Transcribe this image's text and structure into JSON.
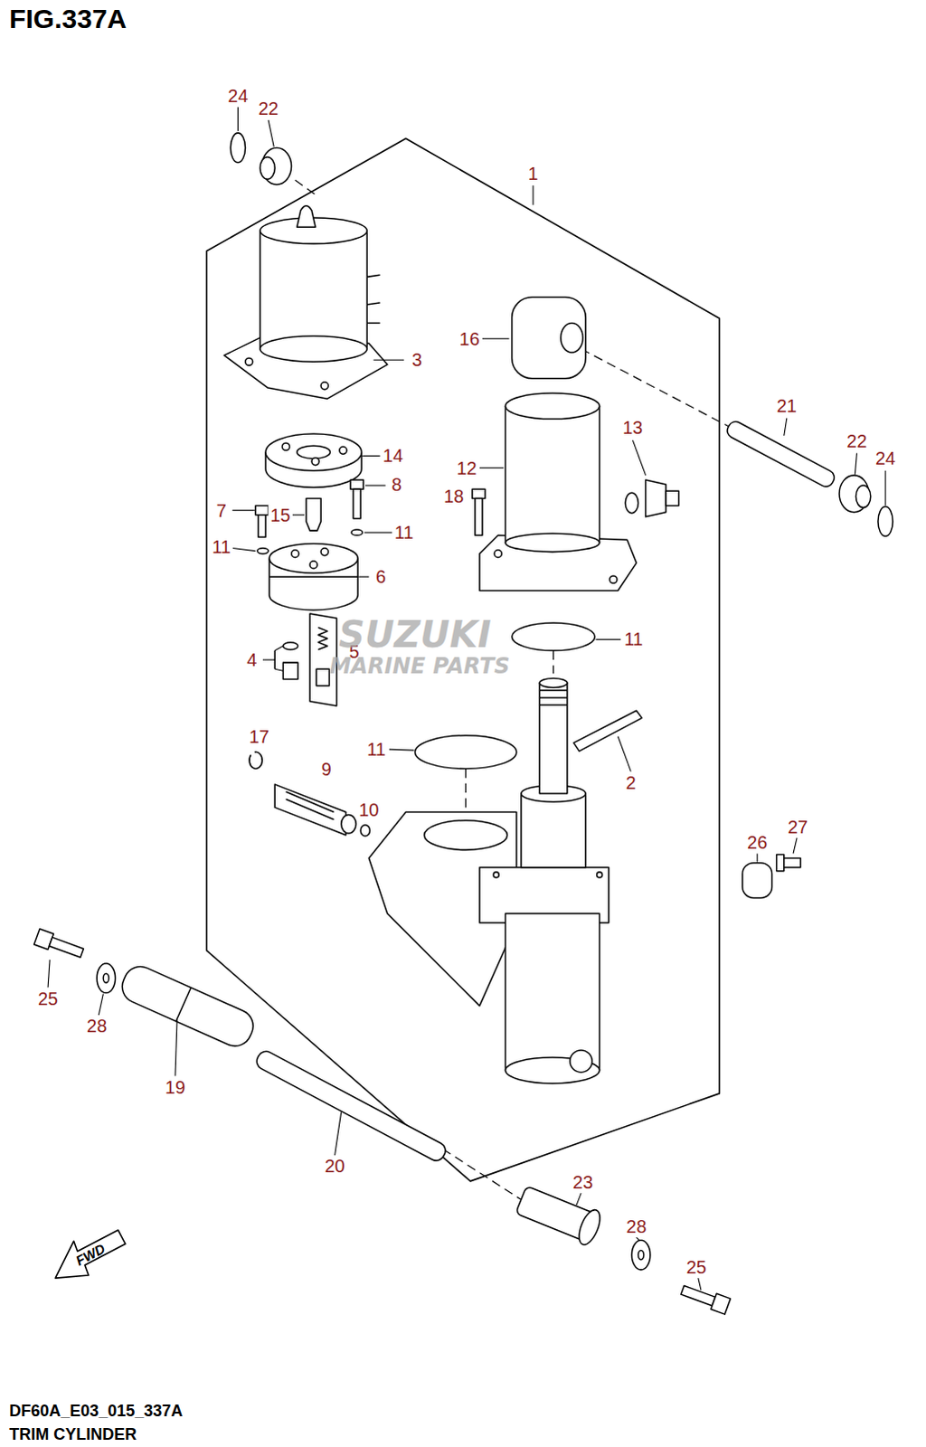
{
  "diagram": {
    "title": "FIG.337A",
    "caption": "TRIM CYLINDER",
    "labels": [
      "24",
      "22",
      "1",
      "3",
      "16",
      "21",
      "22",
      "24",
      "14",
      "13",
      "12",
      "8",
      "7",
      "15",
      "18",
      "11",
      "11",
      "6",
      "11",
      "4",
      "5",
      "17",
      "11",
      "9",
      "2",
      "10",
      "26",
      "27",
      "25",
      "28",
      "19",
      "20",
      "23",
      "28",
      "25",
      "FWD",
      "DF60A_E03_015_337A",
      "SUZUKI",
      "MARINE PARTS"
    ]
  }
}
